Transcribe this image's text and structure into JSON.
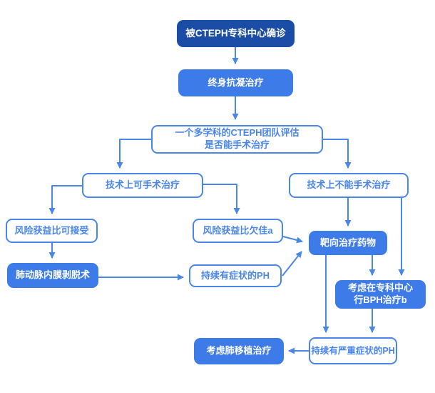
{
  "colors": {
    "dark_blue": "#1b4da6",
    "primary_blue": "#3d7ce8",
    "line_blue": "#4a85e8",
    "background": "#ffffff"
  },
  "nodes": {
    "diagnosed": {
      "label": "被CTEPH专科中心确诊",
      "style": "solid-dark"
    },
    "anticoagulation": {
      "label": "终身抗凝治疗",
      "style": "solid"
    },
    "team_assessment": {
      "label_line1": "一个多学科的CTEPH团队评估",
      "label_line2": "是否能手术治疗",
      "style": "outline"
    },
    "operable": {
      "label": "技术上可手术治疗",
      "style": "outline"
    },
    "inoperable": {
      "label": "技术上不能手术治疗",
      "style": "outline"
    },
    "risk_acceptable": {
      "label": "风险获益比可接受",
      "style": "outline"
    },
    "risk_unfavorable": {
      "label": "风险获益比欠佳a",
      "style": "outline"
    },
    "pea_surgery": {
      "label": "肺动脉内膜剥脱术",
      "style": "solid"
    },
    "persistent_ph": {
      "label": "持续有症状的PH",
      "style": "outline"
    },
    "targeted_therapy": {
      "label": "靶向治疗药物",
      "style": "solid"
    },
    "bph_treatment": {
      "label_line1": "考虑在专科中心",
      "label_line2": "行BPH治疗b",
      "style": "solid"
    },
    "severe_ph": {
      "label": "持续有严重症状的PH",
      "style": "outline"
    },
    "lung_transplant": {
      "label": "考虑肺移植治疗",
      "style": "solid"
    }
  }
}
